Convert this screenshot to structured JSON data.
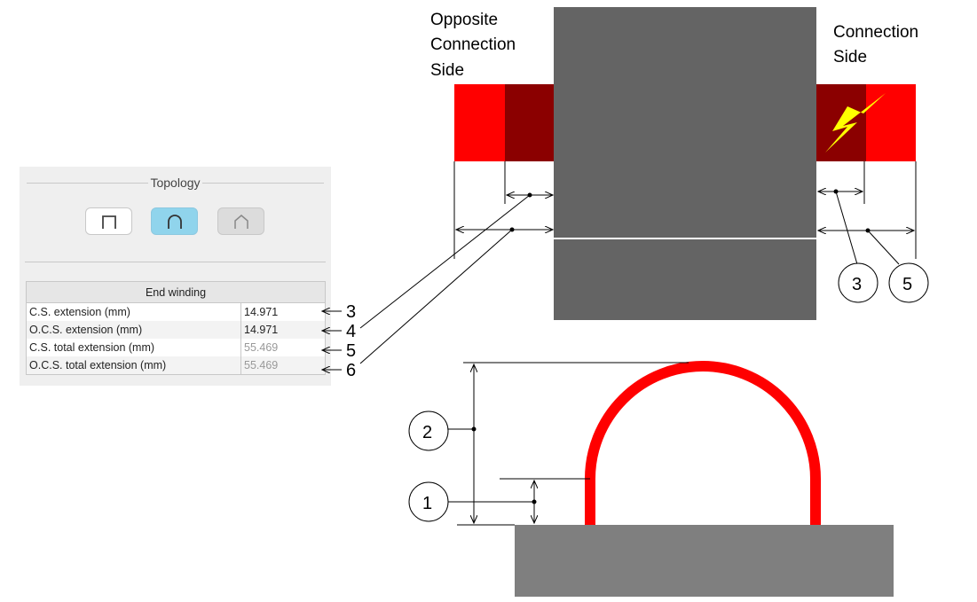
{
  "panel": {
    "topology_title": "Topology",
    "topology_buttons": [
      {
        "name": "square-topology",
        "state": "normal"
      },
      {
        "name": "round-topology",
        "state": "selected"
      },
      {
        "name": "pointed-topology",
        "state": "disabled"
      }
    ],
    "table": {
      "header": "End winding",
      "rows": [
        {
          "label": "C.S. extension (mm)",
          "value": "14.971",
          "marker": "3"
        },
        {
          "label": "O.C.S. extension (mm)",
          "value": "14.971",
          "marker": "4"
        },
        {
          "label": "C.S. total extension (mm)",
          "value": "55.469",
          "marker": "5"
        },
        {
          "label": "O.C.S. total extension (mm)",
          "value": "55.469",
          "marker": "6"
        }
      ]
    }
  },
  "diagram": {
    "left_label": [
      "Opposite",
      "Connection",
      "Side"
    ],
    "right_label": [
      "Connection",
      "Side"
    ],
    "callouts": [
      "3",
      "5",
      "2",
      "1"
    ],
    "colors": {
      "red": "#ff0000",
      "dark_red": "#8b0000",
      "core": "#646464",
      "base": "#7f7f7f",
      "bolt": "#ffff00"
    }
  }
}
